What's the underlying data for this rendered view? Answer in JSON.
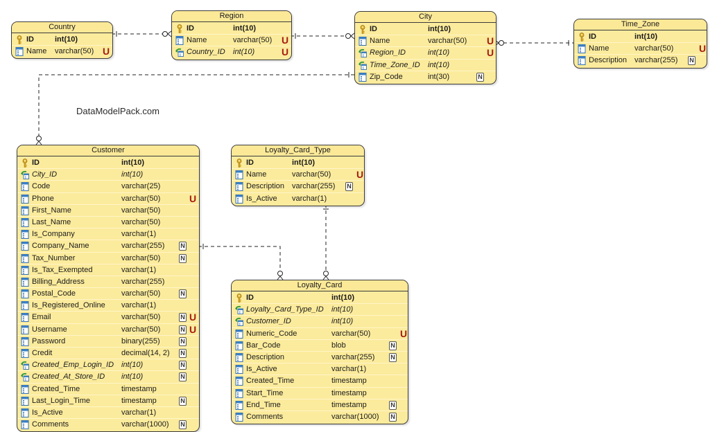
{
  "watermark": "DataModelPack.com",
  "colors": {
    "entity_fill": "#fbeb9c",
    "border": "#3a3a3a",
    "unique_badge": "#a61b12",
    "key_icon": "#d8a520",
    "column_icon": "#3b7fc4",
    "fk_arrow": "#2f9a3c"
  },
  "entities": {
    "country": {
      "title": "Country",
      "columns": [
        {
          "name": "ID",
          "type": "int(10)",
          "kind": "pk",
          "nullable": false,
          "unique": false
        },
        {
          "name": "Name",
          "type": "varchar(50)",
          "kind": "col",
          "nullable": false,
          "unique": true
        }
      ]
    },
    "region": {
      "title": "Region",
      "columns": [
        {
          "name": "ID",
          "type": "int(10)",
          "kind": "pk",
          "nullable": false,
          "unique": false
        },
        {
          "name": "Name",
          "type": "varchar(50)",
          "kind": "col",
          "nullable": false,
          "unique": true
        },
        {
          "name": "Country_ID",
          "type": "int(10)",
          "kind": "fk",
          "nullable": false,
          "unique": true
        }
      ]
    },
    "city": {
      "title": "City",
      "columns": [
        {
          "name": "ID",
          "type": "int(10)",
          "kind": "pk",
          "nullable": false,
          "unique": false
        },
        {
          "name": "Name",
          "type": "varchar(50)",
          "kind": "col",
          "nullable": false,
          "unique": true
        },
        {
          "name": "Region_ID",
          "type": "int(10)",
          "kind": "fk",
          "nullable": false,
          "unique": true
        },
        {
          "name": "Time_Zone_ID",
          "type": "int(10)",
          "kind": "fk",
          "nullable": false,
          "unique": false
        },
        {
          "name": "Zip_Code",
          "type": "int(30)",
          "kind": "col",
          "nullable": true,
          "unique": false
        }
      ]
    },
    "time_zone": {
      "title": "Time_Zone",
      "columns": [
        {
          "name": "ID",
          "type": "int(10)",
          "kind": "pk",
          "nullable": false,
          "unique": false
        },
        {
          "name": "Name",
          "type": "varchar(50)",
          "kind": "col",
          "nullable": false,
          "unique": true
        },
        {
          "name": "Description",
          "type": "varchar(255)",
          "kind": "col",
          "nullable": true,
          "unique": false
        }
      ]
    },
    "customer": {
      "title": "Customer",
      "columns": [
        {
          "name": "ID",
          "type": "int(10)",
          "kind": "pk",
          "nullable": false,
          "unique": false
        },
        {
          "name": "City_ID",
          "type": "int(10)",
          "kind": "fk",
          "nullable": false,
          "unique": false
        },
        {
          "name": "Code",
          "type": "varchar(25)",
          "kind": "col",
          "nullable": false,
          "unique": false
        },
        {
          "name": "Phone",
          "type": "varchar(50)",
          "kind": "col",
          "nullable": false,
          "unique": true
        },
        {
          "name": "First_Name",
          "type": "varchar(50)",
          "kind": "col",
          "nullable": false,
          "unique": false
        },
        {
          "name": "Last_Name",
          "type": "varchar(50)",
          "kind": "col",
          "nullable": false,
          "unique": false
        },
        {
          "name": "Is_Company",
          "type": "varchar(1)",
          "kind": "col",
          "nullable": false,
          "unique": false
        },
        {
          "name": "Company_Name",
          "type": "varchar(255)",
          "kind": "col",
          "nullable": true,
          "unique": false
        },
        {
          "name": "Tax_Number",
          "type": "varchar(50)",
          "kind": "col",
          "nullable": true,
          "unique": false
        },
        {
          "name": "Is_Tax_Exempted",
          "type": "varchar(1)",
          "kind": "col",
          "nullable": false,
          "unique": false
        },
        {
          "name": "Billing_Address",
          "type": "varchar(255)",
          "kind": "col",
          "nullable": false,
          "unique": false
        },
        {
          "name": "Postal_Code",
          "type": "varchar(50)",
          "kind": "col",
          "nullable": true,
          "unique": false
        },
        {
          "name": "Is_Registered_Online",
          "type": "varchar(1)",
          "kind": "col",
          "nullable": false,
          "unique": false
        },
        {
          "name": "Email",
          "type": "varchar(50)",
          "kind": "col",
          "nullable": true,
          "unique": true
        },
        {
          "name": "Username",
          "type": "varchar(50)",
          "kind": "col",
          "nullable": true,
          "unique": true
        },
        {
          "name": "Password",
          "type": "binary(255)",
          "kind": "col",
          "nullable": true,
          "unique": false
        },
        {
          "name": "Credit",
          "type": "decimal(14, 2)",
          "kind": "col",
          "nullable": true,
          "unique": false
        },
        {
          "name": "Created_Emp_Login_ID",
          "type": "int(10)",
          "kind": "fk",
          "nullable": true,
          "unique": false
        },
        {
          "name": "Created_At_Store_ID",
          "type": "int(10)",
          "kind": "fk",
          "nullable": true,
          "unique": false
        },
        {
          "name": "Created_Time",
          "type": "timestamp",
          "kind": "col",
          "nullable": false,
          "unique": false
        },
        {
          "name": "Last_Login_Time",
          "type": "timestamp",
          "kind": "col",
          "nullable": true,
          "unique": false
        },
        {
          "name": "Is_Active",
          "type": "varchar(1)",
          "kind": "col",
          "nullable": false,
          "unique": false
        },
        {
          "name": "Comments",
          "type": "varchar(1000)",
          "kind": "col",
          "nullable": true,
          "unique": false
        }
      ]
    },
    "loyalty_card_type": {
      "title": "Loyalty_Card_Type",
      "columns": [
        {
          "name": "ID",
          "type": "int(10)",
          "kind": "pk",
          "nullable": false,
          "unique": false
        },
        {
          "name": "Name",
          "type": "varchar(50)",
          "kind": "col",
          "nullable": false,
          "unique": true
        },
        {
          "name": "Description",
          "type": "varchar(255)",
          "kind": "col",
          "nullable": true,
          "unique": false
        },
        {
          "name": "Is_Active",
          "type": "varchar(1)",
          "kind": "col",
          "nullable": false,
          "unique": false
        }
      ]
    },
    "loyalty_card": {
      "title": "Loyalty_Card",
      "columns": [
        {
          "name": "ID",
          "type": "int(10)",
          "kind": "pk",
          "nullable": false,
          "unique": false
        },
        {
          "name": "Loyalty_Card_Type_ID",
          "type": "int(10)",
          "kind": "fk",
          "nullable": false,
          "unique": false
        },
        {
          "name": "Customer_ID",
          "type": "int(10)",
          "kind": "fk",
          "nullable": false,
          "unique": false
        },
        {
          "name": "Numeric_Code",
          "type": "varchar(50)",
          "kind": "col",
          "nullable": false,
          "unique": true
        },
        {
          "name": "Bar_Code",
          "type": "blob",
          "kind": "col",
          "nullable": true,
          "unique": false
        },
        {
          "name": "Description",
          "type": "varchar(255)",
          "kind": "col",
          "nullable": true,
          "unique": false
        },
        {
          "name": "Is_Active",
          "type": "varchar(1)",
          "kind": "col",
          "nullable": false,
          "unique": false
        },
        {
          "name": "Created_Time",
          "type": "timestamp",
          "kind": "col",
          "nullable": false,
          "unique": false
        },
        {
          "name": "Start_Time",
          "type": "timestamp",
          "kind": "col",
          "nullable": false,
          "unique": false
        },
        {
          "name": "End_Time",
          "type": "timestamp",
          "kind": "col",
          "nullable": true,
          "unique": false
        },
        {
          "name": "Comments",
          "type": "varchar(1000)",
          "kind": "col",
          "nullable": true,
          "unique": false
        }
      ]
    }
  },
  "relationships": [
    {
      "from": "country",
      "to": "region",
      "one_end": "one",
      "many_end": "zero-or-many",
      "style": "dashed"
    },
    {
      "from": "region",
      "to": "city",
      "one_end": "one",
      "many_end": "zero-or-many",
      "style": "dashed"
    },
    {
      "from": "time_zone",
      "to": "city",
      "one_end": "one",
      "many_end": "zero-or-many",
      "style": "dashed"
    },
    {
      "from": "city",
      "to": "customer",
      "one_end": "one",
      "many_end": "zero-or-many",
      "style": "dashed"
    },
    {
      "from": "customer",
      "to": "loyalty_card",
      "one_end": "one",
      "many_end": "zero-or-many",
      "style": "dashed"
    },
    {
      "from": "loyalty_card_type",
      "to": "loyalty_card",
      "one_end": "one",
      "many_end": "zero-or-many",
      "style": "dashed"
    }
  ]
}
